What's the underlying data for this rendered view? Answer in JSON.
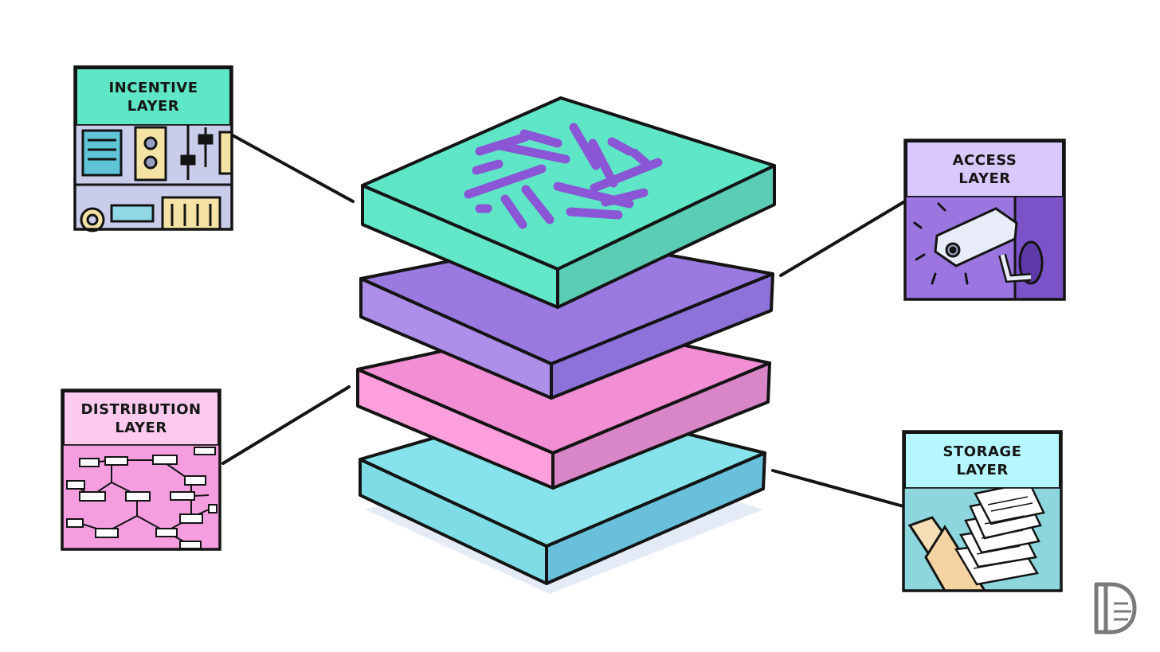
{
  "layers": [
    {
      "id": "incentive",
      "line1": "INCENTIVE",
      "line2": "LAYER",
      "header_color": "#5ee6c6"
    },
    {
      "id": "access",
      "line1": "ACCESS",
      "line2": "LAYER",
      "header_color": "#d8c8fb"
    },
    {
      "id": "distribution",
      "line1": "DISTRIBUTION",
      "line2": "LAYER",
      "header_color": "#fcc9ef"
    },
    {
      "id": "storage",
      "line1": "STORAGE",
      "line2": "LAYER",
      "header_color": "#b6f6fd"
    }
  ],
  "stack_colors": {
    "top": [
      "#62e8c8",
      "#5ee6c6"
    ],
    "second": [
      "#ad8ee9",
      "#9a7ae0"
    ],
    "third": [
      "#fd9fdc",
      "#f28fd4"
    ],
    "bottom": [
      "#7edce6",
      "#68c0da"
    ],
    "logo_marks": "#8b56d6"
  }
}
